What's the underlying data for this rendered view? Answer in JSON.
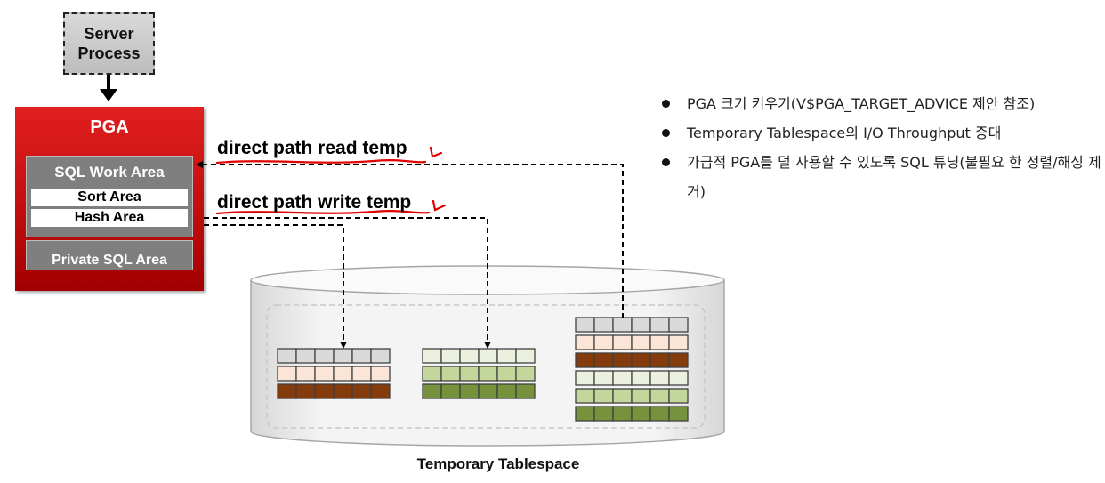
{
  "server_process": {
    "label": "Server\nProcess"
  },
  "pga": {
    "title": "PGA",
    "work_area_title": "SQL Work Area",
    "sort_area": "Sort Area",
    "hash_area": "Hash Area",
    "private_sql_area": "Private SQL Area"
  },
  "operations": {
    "read": "direct path read temp",
    "write": "direct path write temp"
  },
  "tips": [
    "PGA 크기 키우기(V$PGA_TARGET_ADVICE 제안 참조)",
    "Temporary Tablespace의 I/O Throughput 증대",
    "가급적 PGA를 덜 사용할 수 있도록 SQL 튜닝(불필요 한 정렬/해싱 제거)"
  ],
  "tablespace": {
    "caption": "Temporary Tablespace"
  },
  "colors": {
    "pga_red": "#c00000",
    "gray_block": "#d9d9d9",
    "peach_block": "#fbe5d6",
    "brown_block": "#843c0c",
    "light_green_block": "#ebf1de",
    "mid_green_block": "#c4d79b",
    "dark_green_block": "#76923c",
    "annotation_red": "#e00000"
  }
}
